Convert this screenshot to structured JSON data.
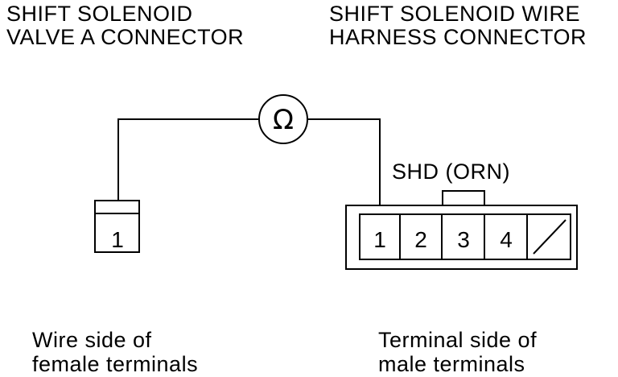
{
  "left_connector": {
    "title_line1": "SHIFT SOLENOID",
    "title_line2": "VALVE A CONNECTOR",
    "pin": "1",
    "caption_line1": "Wire side of",
    "caption_line2": "female terminals"
  },
  "right_connector": {
    "title_line1": "SHIFT SOLENOID WIRE",
    "title_line2": "HARNESS CONNECTOR",
    "wire_label": "SHD (ORN)",
    "pins": [
      "1",
      "2",
      "3",
      "4"
    ],
    "caption_line1": "Terminal side of",
    "caption_line2": "male terminals"
  },
  "meter": {
    "symbol": "Ω",
    "icon": "ohmmeter-icon"
  }
}
